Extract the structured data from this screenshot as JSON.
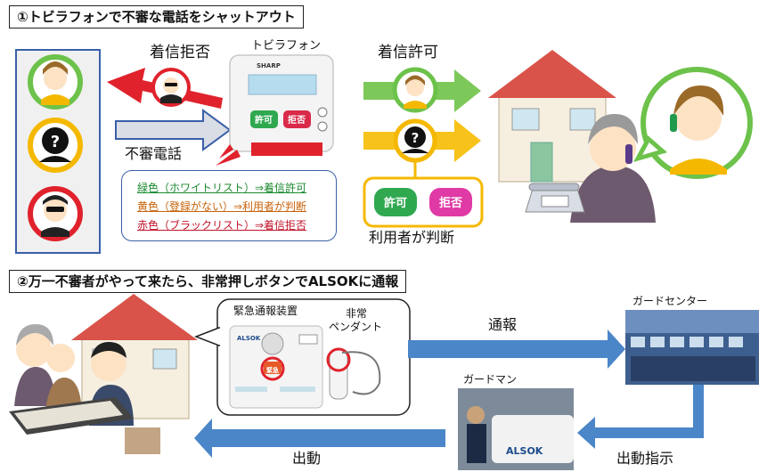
{
  "section1": {
    "title": "①トビラフォンで不審な電話をシャットアウト",
    "reject_label": "着信拒否",
    "device_label": "トビラフォン",
    "device_brand": "SHARP",
    "allow_button": "許可",
    "reject_button": "拒否",
    "suspicious_call_label": "不審電話",
    "allow_label": "着信許可",
    "user_decides_label": "利用者が判断",
    "legend": [
      {
        "text": "緑色（ホワイトリスト）⇒着信許可",
        "color": "#1a8a2e"
      },
      {
        "text": "黄色（登録がない）⇒利用者が判断",
        "color": "#c8620a"
      },
      {
        "text": "赤色（ブラックリスト）⇒着信拒否",
        "color": "#c0122a"
      }
    ],
    "unknown_symbol": "?"
  },
  "section2": {
    "title": "②万一不審者がやって来たら、非常押しボタンでALSOKに通報",
    "device_label": "緊急通報装置",
    "device_brand": "ALSOK",
    "device_button": "緊急",
    "pendant_label_1": "非常",
    "pendant_label_2": "ペンダント",
    "report_label": "通報",
    "guard_center_label": "ガードセンター",
    "guardman_label": "ガードマン",
    "dispatch_order_label": "出動指示",
    "dispatch_label": "出動",
    "van_brand": "ALSOK"
  },
  "colors": {
    "green": "#6cc24a",
    "yellow": "#f5b800",
    "red": "#e0222c",
    "arrow_blue": "#4a86c8",
    "panel_blue": "#3a5fa8"
  }
}
